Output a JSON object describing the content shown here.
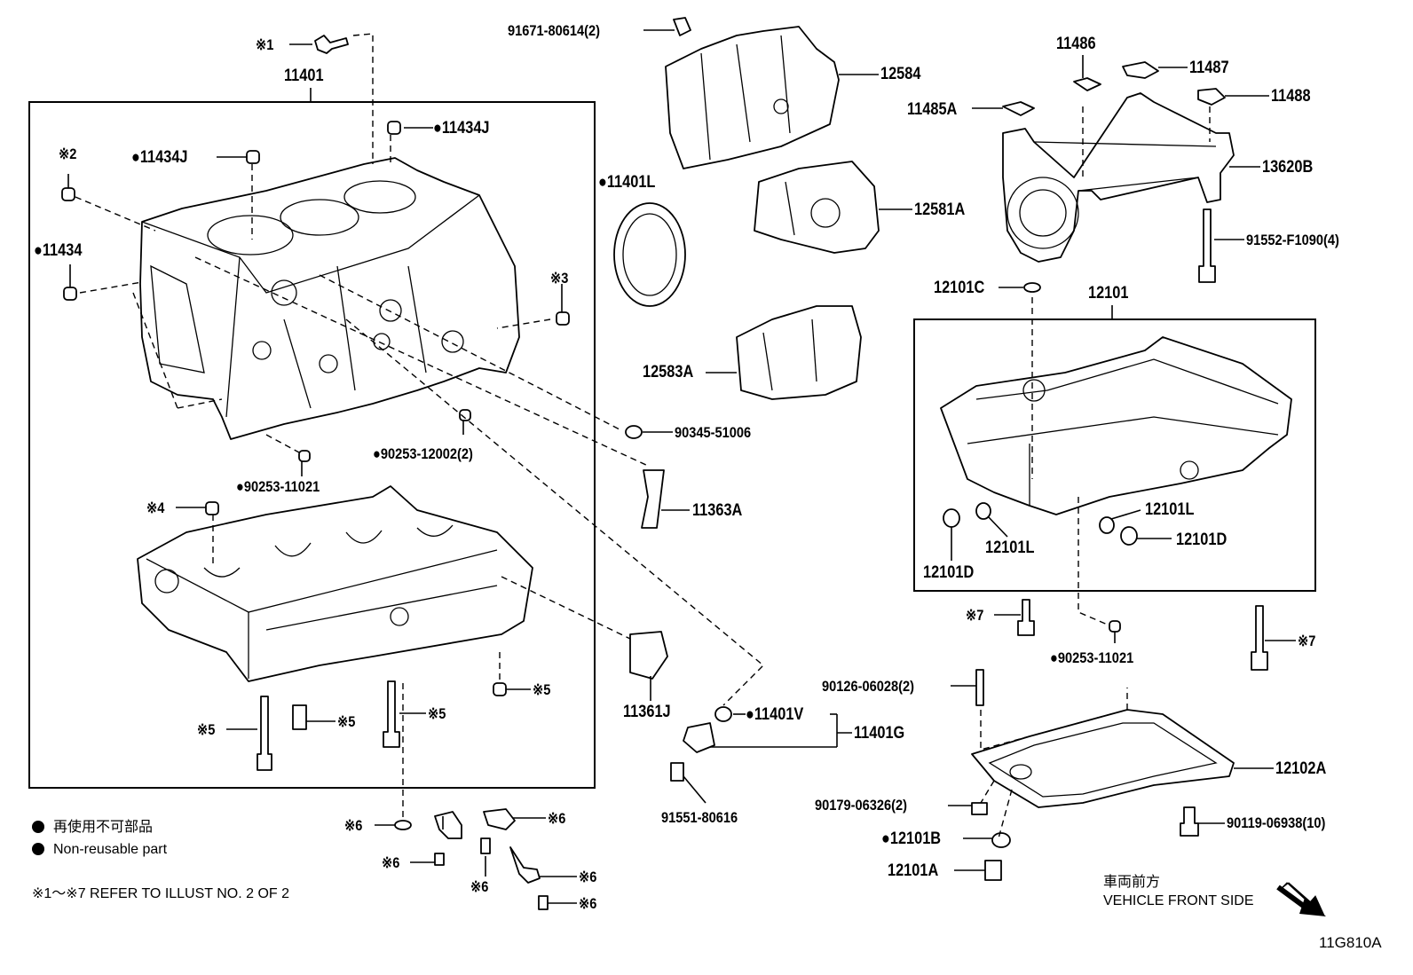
{
  "labels": {
    "l11401": "11401",
    "l11434j_a": "●11434J",
    "l11434j_b": "●11434J",
    "l11434": "●11434",
    "l90253_12002": "●90253-12002(2)",
    "l90253_11021_a": "●90253-11021",
    "l91671": "91671-80614(2)",
    "l12584": "12584",
    "l12581a": "12581A",
    "l12583a": "12583A",
    "l11401l": "●11401L",
    "l90345": "90345-51006",
    "l11363a": "11363A",
    "l11361j": "11361J",
    "l11401v": "●11401V",
    "l11401g": "11401G",
    "l91551": "91551-80616",
    "l11486": "11486",
    "l11487": "11487",
    "l11485a": "11485A",
    "l11488": "11488",
    "l13620b": "13620B",
    "l91552": "91552-F1090(4)",
    "l12101c": "12101C",
    "l12101": "12101",
    "l12101l_a": "12101L",
    "l12101l_b": "12101L",
    "l12101d_a": "12101D",
    "l12101d_b": "12101D",
    "l90253_11021_b": "●90253-11021",
    "l90126": "90126-06028(2)",
    "l12102a": "12102A",
    "l90179": "90179-06326(2)",
    "l90119": "90119-06938(10)",
    "l12101b": "●12101B",
    "l12101a": "12101A",
    "r1": "※1",
    "r2": "※2",
    "r3": "※3",
    "r4": "※4",
    "r5a": "※5",
    "r5b": "※5",
    "r5c": "※5",
    "r5d": "※5",
    "r6a": "※6",
    "r6b": "※6",
    "r6c": "※6",
    "r6d": "※6",
    "r6e": "※6",
    "r6f": "※6",
    "r7a": "※7",
    "r7b": "※7"
  },
  "legend": {
    "jp": "再使用不可部品",
    "en": "Non-reusable part",
    "refer": "※1～※7  REFER TO ILLUST NO. 2 OF 2"
  },
  "direction": {
    "jp": "車両前方",
    "en": "VEHICLE FRONT SIDE"
  },
  "figure_id": "11G810A"
}
